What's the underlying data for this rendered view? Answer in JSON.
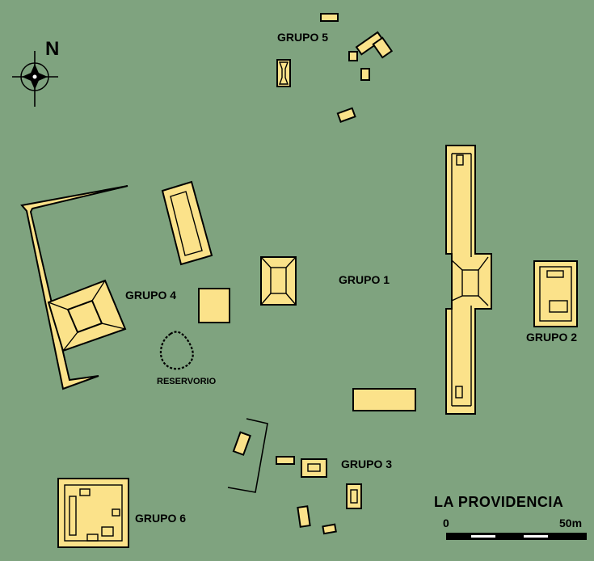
{
  "map_title": "LA PROVIDENCIA",
  "north_label": "N",
  "scale": {
    "start": "0",
    "end": "50m"
  },
  "groups": {
    "g1": "GRUPO 1",
    "g2": "GRUPO 2",
    "g3": "GRUPO 3",
    "g4": "GRUPO 4",
    "g5": "GRUPO 5",
    "g6": "GRUPO 6"
  },
  "reservoir_label": "RESERVORIO",
  "colors": {
    "background": "#7fa37f",
    "structure": "#fbe28a",
    "outline": "#000000"
  }
}
